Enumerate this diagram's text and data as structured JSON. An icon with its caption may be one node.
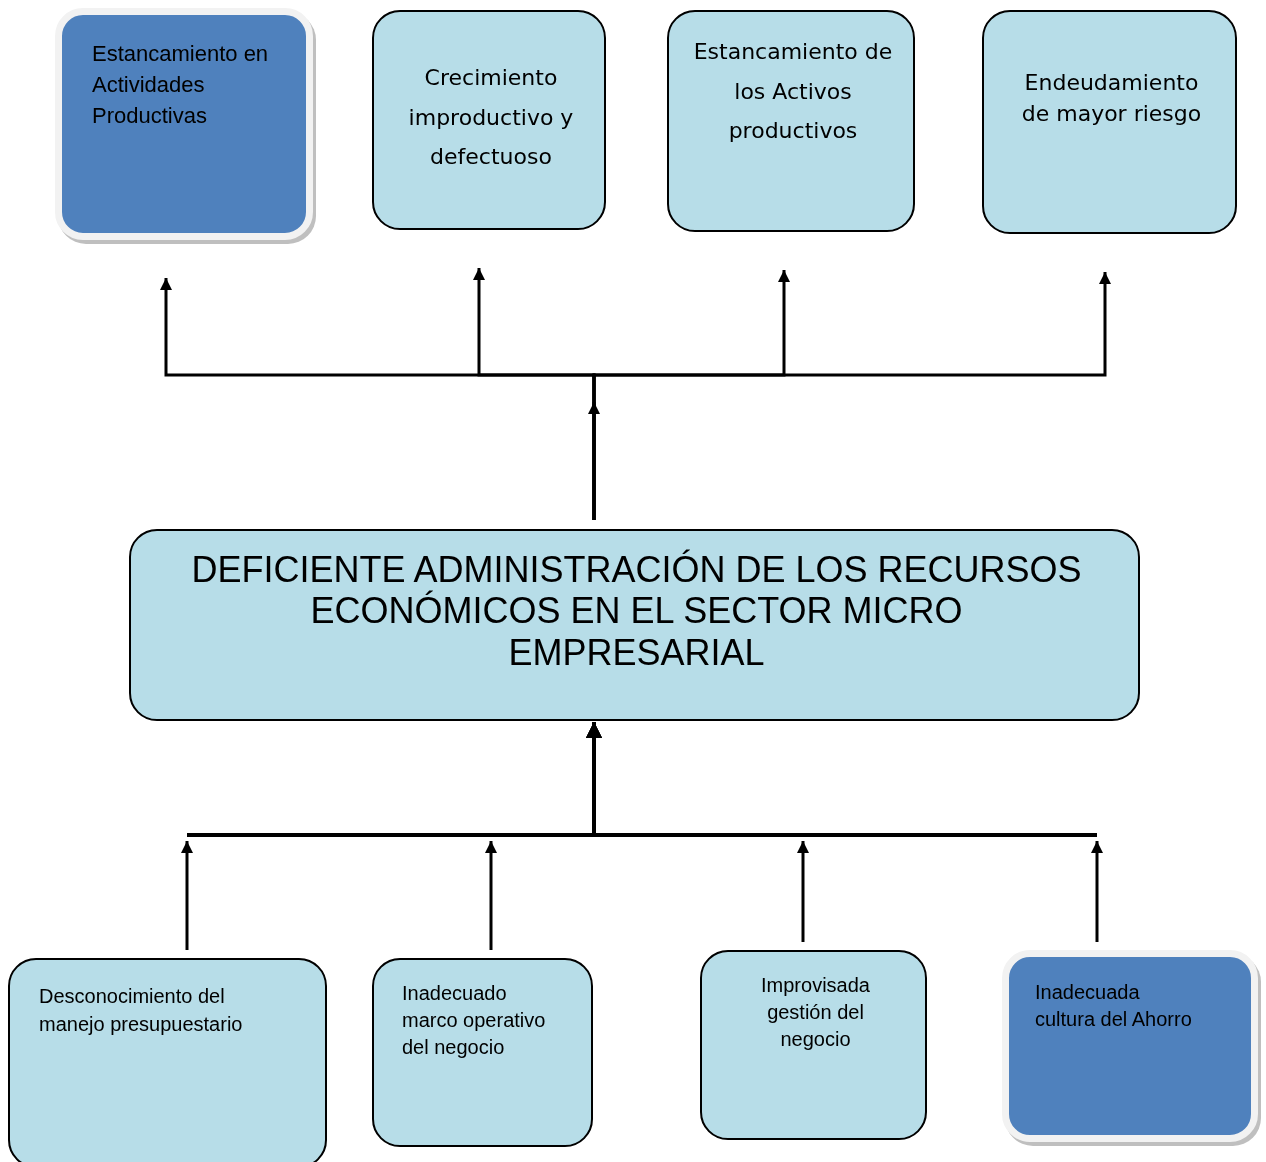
{
  "diagram": {
    "nodes": [
      {
        "text": [
          "Estancamiento en Actividades Productivas"
        ]
      },
      {
        "text": [
          "Crecimiento improductivo y defectuoso"
        ]
      },
      {
        "text": [
          "Estancamiento de los Activos productivos"
        ]
      },
      {
        "text": [
          "Endeudamiento de mayor riesgo"
        ]
      },
      {
        "text": [
          "DEFICIENTE ADMINISTRACIÓN DE LOS RECURSOS ECONÓMICOS EN EL SECTOR MICRO EMPRESARIAL"
        ]
      },
      {
        "text": [
          "Desconocimiento del manejo presupuestario"
        ]
      },
      {
        "text": [
          "Inadecuado marco operativo del negocio"
        ]
      },
      {
        "text": [
          "Improvisada gestión del negocio"
        ]
      },
      {
        "text": [
          "Inadecuada cultura del Ahorro"
        ]
      }
    ],
    "edges": [
      {
        "from": 4,
        "to": 0,
        "arrow": "to"
      },
      {
        "from": 4,
        "to": 1,
        "arrow": "to"
      },
      {
        "from": 4,
        "to": 2,
        "arrow": "to"
      },
      {
        "from": 4,
        "to": 3,
        "arrow": "to"
      },
      {
        "from": 5,
        "to": 4,
        "arrow": "to"
      },
      {
        "from": 6,
        "to": 4,
        "arrow": "to"
      },
      {
        "from": 7,
        "to": 4,
        "arrow": "to"
      },
      {
        "from": 8,
        "to": 4,
        "arrow": "to"
      }
    ]
  }
}
